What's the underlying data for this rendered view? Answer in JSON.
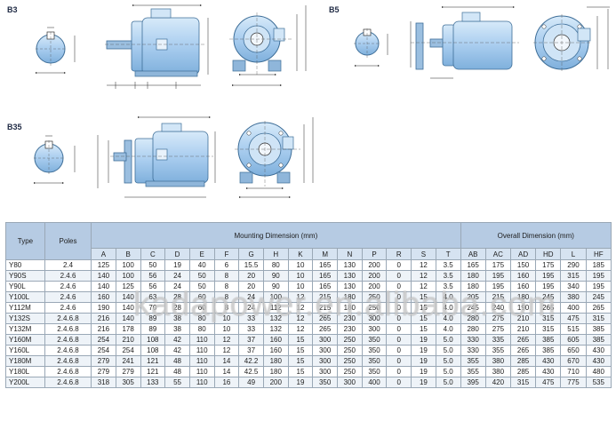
{
  "sections": {
    "b3": "B3",
    "b5": "B5",
    "b35": "B35"
  },
  "table": {
    "type_header": "Type",
    "poles_header": "Poles",
    "mounting_header": "Mounting Dimension (mm)",
    "overall_header": "Overall Dimension (mm)",
    "mounting_columns": [
      "A",
      "B",
      "C",
      "D",
      "E",
      "F",
      "G",
      "H",
      "K",
      "M",
      "N",
      "P",
      "R",
      "S",
      "T"
    ],
    "overall_columns": [
      "AB",
      "AC",
      "AD",
      "HD",
      "L",
      "HF"
    ],
    "rows": [
      [
        "Y80",
        "2.4",
        "125",
        "100",
        "50",
        "19",
        "40",
        "6",
        "15.5",
        "80",
        "10",
        "165",
        "130",
        "200",
        "0",
        "12",
        "3.5",
        "165",
        "175",
        "150",
        "175",
        "290",
        "185"
      ],
      [
        "Y90S",
        "2.4.6",
        "140",
        "100",
        "56",
        "24",
        "50",
        "8",
        "20",
        "90",
        "10",
        "165",
        "130",
        "200",
        "0",
        "12",
        "3.5",
        "180",
        "195",
        "160",
        "195",
        "315",
        "195"
      ],
      [
        "Y90L",
        "2.4.6",
        "140",
        "125",
        "56",
        "24",
        "50",
        "8",
        "20",
        "90",
        "10",
        "165",
        "130",
        "200",
        "0",
        "12",
        "3.5",
        "180",
        "195",
        "160",
        "195",
        "340",
        "195"
      ],
      [
        "Y100L",
        "2.4.6",
        "160",
        "140",
        "63",
        "28",
        "60",
        "8",
        "24",
        "100",
        "12",
        "215",
        "180",
        "250",
        "0",
        "15",
        "4.0",
        "205",
        "215",
        "180",
        "245",
        "380",
        "245"
      ],
      [
        "Y112M",
        "2.4.6",
        "190",
        "140",
        "70",
        "28",
        "60",
        "8",
        "24",
        "112",
        "12",
        "215",
        "180",
        "250",
        "0",
        "15",
        "4.0",
        "245",
        "240",
        "190",
        "265",
        "400",
        "265"
      ],
      [
        "Y132S",
        "2.4.6.8",
        "216",
        "140",
        "89",
        "38",
        "80",
        "10",
        "33",
        "132",
        "12",
        "265",
        "230",
        "300",
        "0",
        "15",
        "4.0",
        "280",
        "275",
        "210",
        "315",
        "475",
        "315"
      ],
      [
        "Y132M",
        "2.4.6.8",
        "216",
        "178",
        "89",
        "38",
        "80",
        "10",
        "33",
        "132",
        "12",
        "265",
        "230",
        "300",
        "0",
        "15",
        "4.0",
        "280",
        "275",
        "210",
        "315",
        "515",
        "385"
      ],
      [
        "Y160M",
        "2.4.6.8",
        "254",
        "210",
        "108",
        "42",
        "110",
        "12",
        "37",
        "160",
        "15",
        "300",
        "250",
        "350",
        "0",
        "19",
        "5.0",
        "330",
        "335",
        "265",
        "385",
        "605",
        "385"
      ],
      [
        "Y160L",
        "2.4.6.8",
        "254",
        "254",
        "108",
        "42",
        "110",
        "12",
        "37",
        "160",
        "15",
        "300",
        "250",
        "350",
        "0",
        "19",
        "5.0",
        "330",
        "355",
        "265",
        "385",
        "650",
        "430"
      ],
      [
        "Y180M",
        "2.4.6.8",
        "279",
        "241",
        "121",
        "48",
        "110",
        "14",
        "42.2",
        "180",
        "15",
        "300",
        "250",
        "350",
        "0",
        "19",
        "5.0",
        "355",
        "380",
        "285",
        "430",
        "670",
        "430"
      ],
      [
        "Y180L",
        "2.4.6.8",
        "279",
        "279",
        "121",
        "48",
        "110",
        "14",
        "42.5",
        "180",
        "15",
        "300",
        "250",
        "350",
        "0",
        "19",
        "5.0",
        "355",
        "380",
        "285",
        "430",
        "710",
        "480"
      ],
      [
        "Y200L",
        "2.4.6.8",
        "318",
        "305",
        "133",
        "55",
        "110",
        "16",
        "49",
        "200",
        "19",
        "350",
        "300",
        "400",
        "0",
        "19",
        "5.0",
        "395",
        "420",
        "315",
        "475",
        "775",
        "535"
      ]
    ]
  },
  "watermark": "kadapower.en.alibaba.com",
  "colors": {
    "motor_fill": "#b9d8f2",
    "motor_stroke": "#5f8fb8",
    "header_fill": "#b6cbe3",
    "line": "#2b2b2b"
  }
}
